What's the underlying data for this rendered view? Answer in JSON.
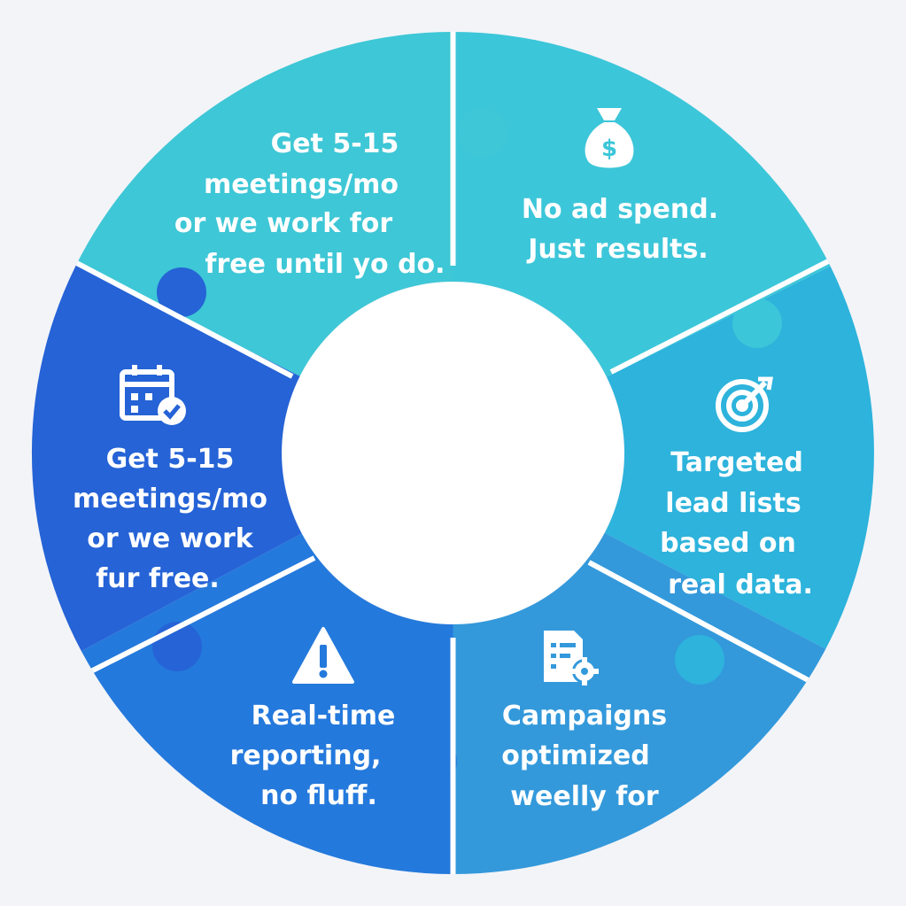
{
  "colors": {
    "background": "#f3f4f8",
    "segment_1": "#3ec7d6",
    "segment_2": "#3cc6d9",
    "segment_3": "#2db3dc",
    "segment_4": "#3399db",
    "segment_5": "#2479dc",
    "segment_6": "#2563d6",
    "gap": "#ffffff",
    "text": "#ffffff"
  },
  "segments": [
    {
      "id": "top-left",
      "icon": "none",
      "lines": [
        "Get 5-15",
        "meetings/mo",
        "or we work for",
        "free until yo do."
      ]
    },
    {
      "id": "top-right",
      "icon": "money-bag-icon",
      "lines": [
        "No ad spend.",
        "Just results."
      ]
    },
    {
      "id": "right",
      "icon": "target-icon",
      "lines": [
        "Targeted",
        "lead lists",
        "based on",
        "real data."
      ]
    },
    {
      "id": "bottom-right",
      "icon": "document-gear-icon",
      "lines": [
        "Campaigns",
        "optimized",
        "weelly for"
      ]
    },
    {
      "id": "bottom-left",
      "icon": "warning-icon",
      "lines": [
        "Real-time",
        "reporting,",
        "no fluff."
      ]
    },
    {
      "id": "left",
      "icon": "calendar-check-icon",
      "lines": [
        "Get 5-15",
        "meetings/mo",
        "or we work",
        "fur free."
      ]
    }
  ]
}
